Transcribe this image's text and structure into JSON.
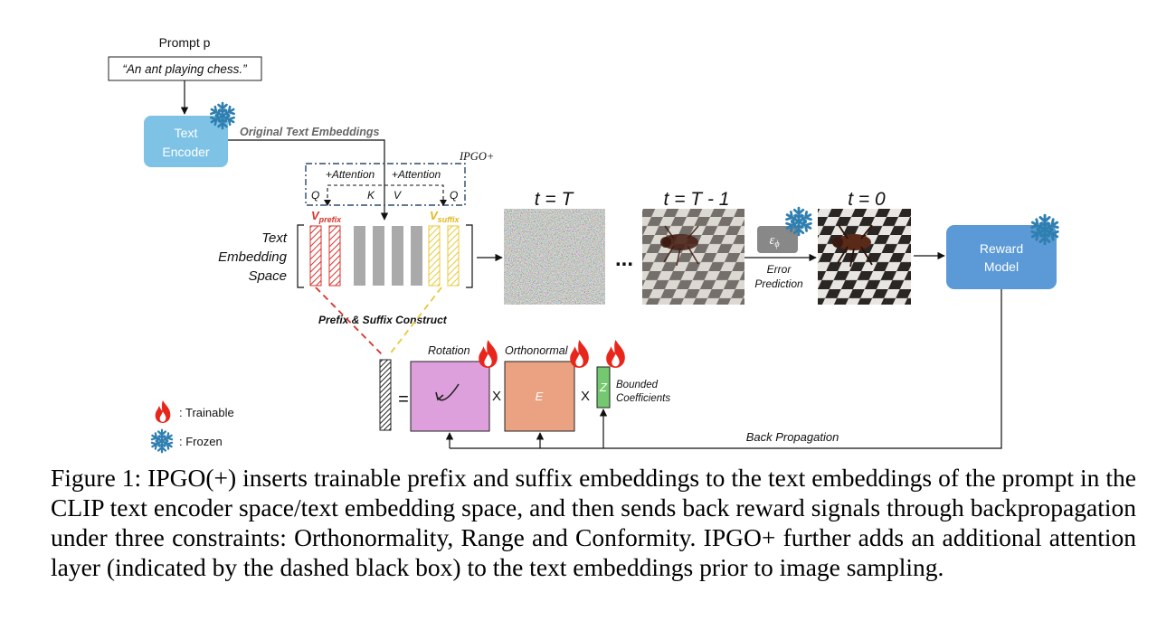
{
  "prompt": {
    "label": "Prompt p",
    "text": "“An ant playing chess.”"
  },
  "text_encoder": {
    "line1": "Text",
    "line2": "Encoder"
  },
  "original_embeddings_label": "Original Text Embeddings",
  "ipgo_plus_label": "IPGO+",
  "attention": {
    "left": "+Attention",
    "right": "+Attention",
    "q_left": "Q",
    "k": "K",
    "v": "V",
    "q_right": "Q"
  },
  "v_prefix": {
    "base": "V",
    "sub": "prefix"
  },
  "v_suffix": {
    "base": "V",
    "sub": "suffix"
  },
  "embedding_space": {
    "line1": "Text",
    "line2": "Embedding",
    "line3": "Space"
  },
  "timesteps": {
    "t_T": "t = T",
    "t_T1": "t = T - 1",
    "t_0": "t = 0",
    "ellipsis": "..."
  },
  "eps_label": "ε",
  "eps_sub": "ϕ",
  "error_prediction": {
    "line1": "Error",
    "line2": "Prediction"
  },
  "reward_model": {
    "line1": "Reward",
    "line2": "Model"
  },
  "prefix_suffix_label": "Prefix & Suffix Construct",
  "rotation_label": "Rotation",
  "orthonormal_label": "Orthonormal",
  "e_label": "E",
  "z_label": "Z",
  "bounded": {
    "line1": "Bounded",
    "line2": "Coefficients"
  },
  "equals": "=",
  "times1": "X",
  "times2": "X",
  "back_propagation": "Back Propagation",
  "legend": {
    "trainable": ": Trainable",
    "frozen": ": Frozen"
  },
  "caption": "Figure 1: IPGO(+) inserts trainable prefix and suffix embeddings to the text embeddings of the prompt in the CLIP text encoder space/text embedding space, and then sends back reward signals through backpropagation under three constraints: Orthonormality, Range and Conformity. IPGO+ further adds an additional attention layer (indicated by the dashed black box) to the text embeddings prior to image sampling.",
  "colors": {
    "encoder": "#7ec3e6",
    "reward": "#5b9ad6",
    "rotation": "#dea0dc",
    "orthonormal": "#eba283",
    "z": "#74c86f",
    "prefix": "#d9322b",
    "suffix": "#e8c93a",
    "snowflake": "#2f7fb0",
    "flame": "#e8261c"
  }
}
